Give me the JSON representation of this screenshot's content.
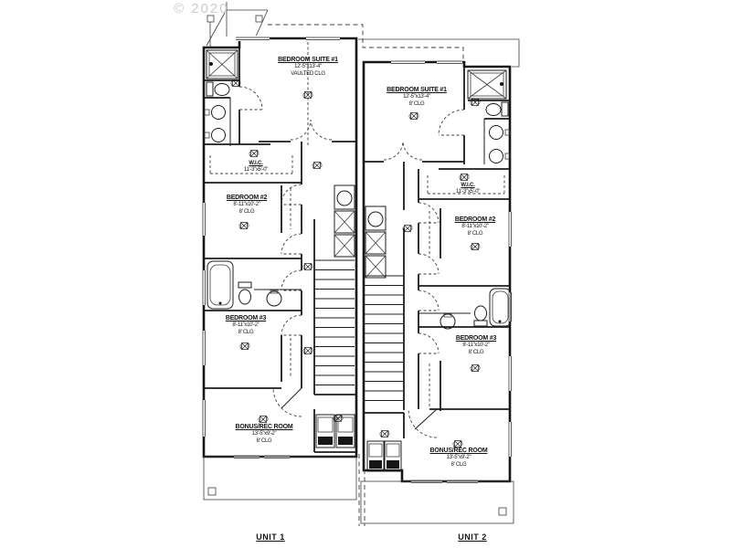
{
  "watermark": "© 2020",
  "units": [
    {
      "label": "UNIT 1",
      "rooms": {
        "suite": {
          "name": "BEDROOM SUITE #1",
          "dims": "12'-5\"x13'-4\"",
          "clg": "VAULTED CLG"
        },
        "wic": {
          "name": "W.I.C.",
          "dims": "11'-3\"x5'-0\""
        },
        "bedroom2": {
          "name": "BEDROOM #2",
          "dims": "8'-11\"x10'-2\"",
          "clg": "8' CLG"
        },
        "bedroom3": {
          "name": "BEDROOM #3",
          "dims": "8'-11\"x10'-2\"",
          "clg": "8' CLG"
        },
        "bonus": {
          "name": "BONUS/REC ROOM",
          "dims": "13'-5\"x9'-2\"",
          "clg": "8' CLG"
        }
      }
    },
    {
      "label": "UNIT 2",
      "rooms": {
        "suite": {
          "name": "BEDROOM SUITE #1",
          "dims": "12'-5\"x13'-4\"",
          "clg": "8' CLG"
        },
        "wic": {
          "name": "W.I.C.",
          "dims": "11'-3\"x5'-0\""
        },
        "bedroom2": {
          "name": "BEDROOM #2",
          "dims": "8'-11\"x10'-2\"",
          "clg": "8' CLG"
        },
        "bedroom3": {
          "name": "BEDROOM #3",
          "dims": "8'-11\"x10'-2\"",
          "clg": "8' CLG"
        },
        "bonus": {
          "name": "BONUS/REC ROOM",
          "dims": "13'-5\"x9'-2\"",
          "clg": "8' CLG"
        }
      }
    }
  ]
}
